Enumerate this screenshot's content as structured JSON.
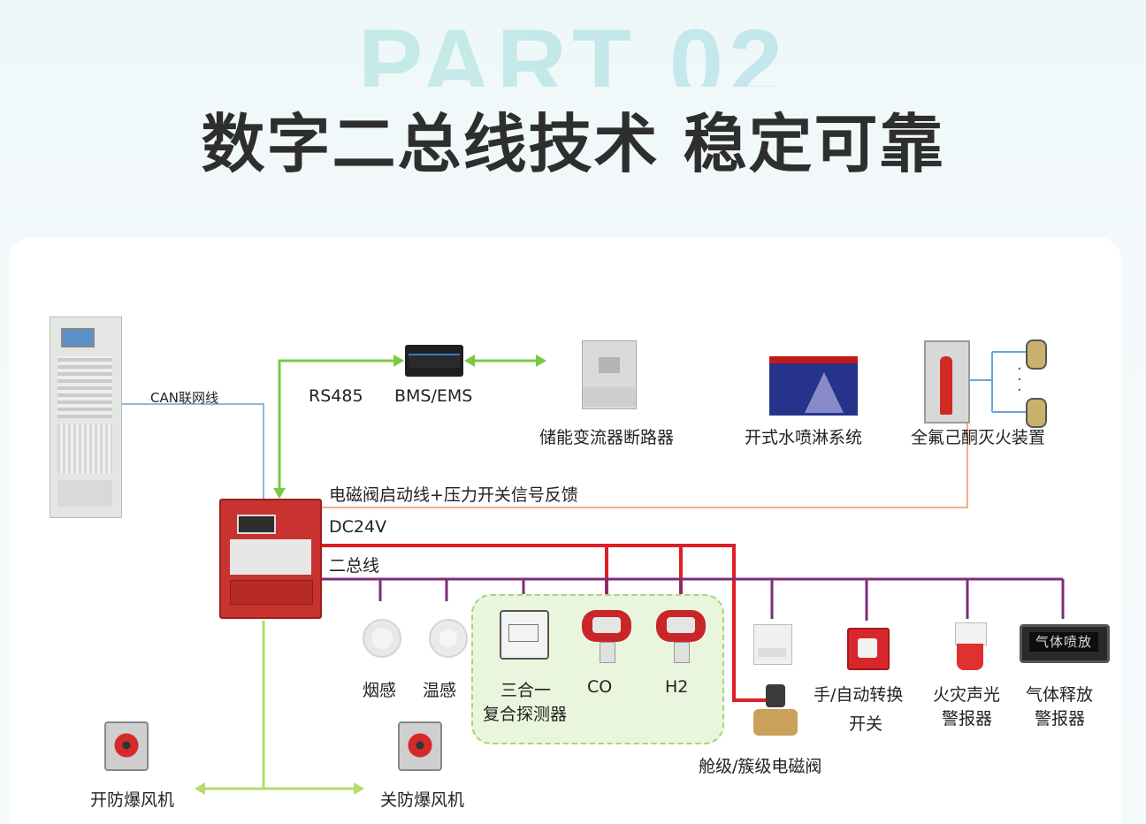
{
  "header": {
    "part_label": "PART 02",
    "title": "数字二总线技术 稳定可靠"
  },
  "diagram": {
    "links": {
      "can": "CAN联网线",
      "rs485": "RS485",
      "solenoid_line": "电磁阀启动线+压力开关信号反馈",
      "dc24v": "DC24V",
      "two_bus": "二总线"
    },
    "devices": {
      "bms": "BMS/EMS",
      "breaker": "储能变流器断路器",
      "sprinkler": "开式水喷淋系统",
      "fk5112": "全氟己酮灭火装置",
      "smoke": "烟感",
      "heat": "温感",
      "combo_line1": "三合一",
      "combo_line2": "复合探测器",
      "co": "CO",
      "h2": "H2",
      "valve": "舱级/簇级电磁阀",
      "switch_line1": "手/自动转换",
      "switch_line2": "开关",
      "alarm_line1": "火灾声光",
      "alarm_line2": "警报器",
      "gas_line1": "气体释放",
      "gas_line2": "警报器",
      "gas_sign": "气体喷放",
      "fan_on": "开防爆风机",
      "fan_off": "关防爆风机"
    },
    "colors": {
      "green": "#7ac943",
      "red": "#e01e24",
      "purple": "#7b2d79",
      "orange": "#f0a57a",
      "blue": "#6aa6d8",
      "combo_bg": "#e8f6dc",
      "combo_border": "#9fd26a"
    }
  }
}
